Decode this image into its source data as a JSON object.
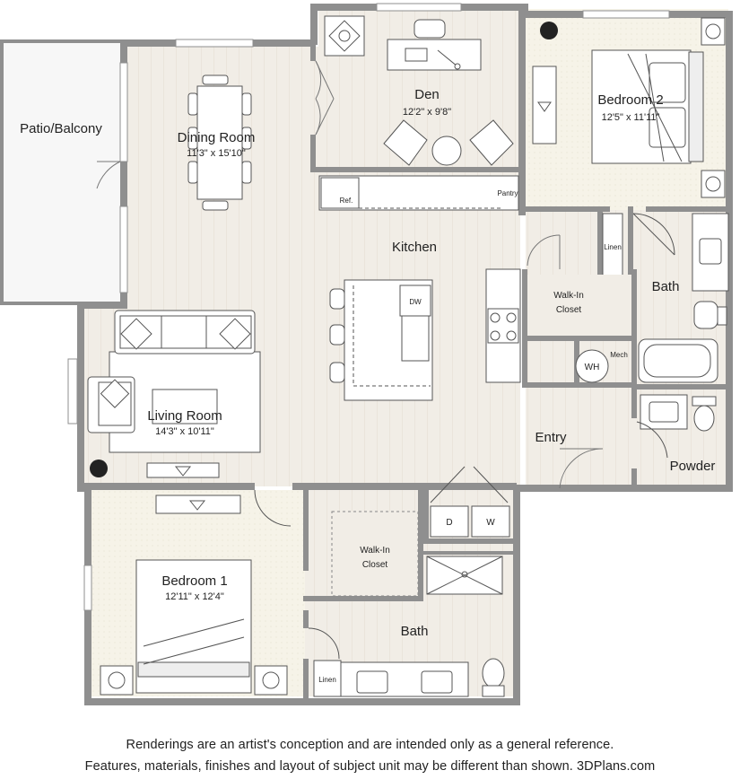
{
  "rooms": {
    "patio": {
      "name": "Patio/Balcony"
    },
    "dining": {
      "name": "Dining Room",
      "dims": "11'3\" x 15'10\""
    },
    "den": {
      "name": "Den",
      "dims": "12'2\" x 9'8\""
    },
    "bedroom2": {
      "name": "Bedroom 2",
      "dims": "12'5\" x 11'11\""
    },
    "kitchen": {
      "name": "Kitchen"
    },
    "bath2": {
      "name": "Bath"
    },
    "walkin2": {
      "name": "Walk-In Closet",
      "line1": "Walk-In",
      "line2": "Closet"
    },
    "living": {
      "name": "Living Room",
      "dims": "14'3\" x 10'11\""
    },
    "entry": {
      "name": "Entry"
    },
    "powder": {
      "name": "Powder"
    },
    "bedroom1": {
      "name": "Bedroom 1",
      "dims": "12'11\" x 12'4\""
    },
    "walkin1": {
      "name": "Walk-In Closet",
      "line1": "Walk-In",
      "line2": "Closet"
    },
    "bath1": {
      "name": "Bath"
    }
  },
  "fixtures": {
    "ref": "Ref.",
    "pantry": "Pantry",
    "dw": "DW",
    "linen_upper": "Linen",
    "linen_lower": "Linen",
    "wh": "WH",
    "mech": "Mech",
    "dryer": "D",
    "washer": "W"
  },
  "colors": {
    "wall": "#8f8f8f",
    "floor_wood": "#f1ede6",
    "floor_carpet": "#f6f3e8",
    "patio": "#f7f7f7",
    "line": "#555555"
  },
  "disclaimer": {
    "line1": "Renderings are an artist's conception and are intended only as a general reference.",
    "line2": "Features, materials, finishes and layout of subject unit may be different than shown. 3DPlans.com"
  }
}
